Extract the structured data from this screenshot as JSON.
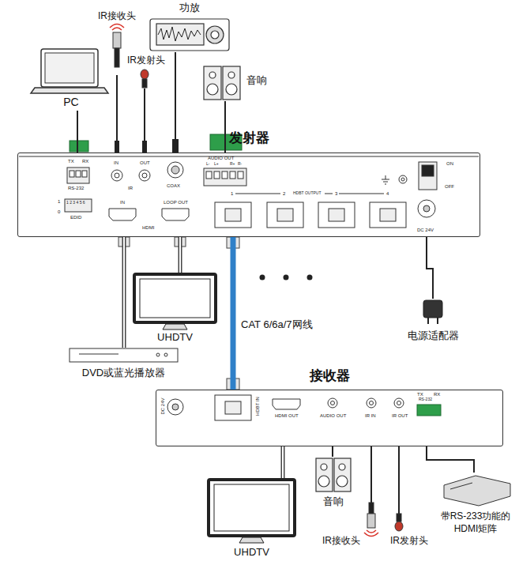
{
  "diagram": {
    "nodes": [
      {
        "text": [
          "发射器"
        ]
      },
      {
        "text": [
          "PC"
        ]
      },
      {
        "text": [
          "IR接收头"
        ]
      },
      {
        "text": [
          "IR发射头"
        ]
      },
      {
        "text": [
          "功放"
        ]
      },
      {
        "text": [
          "音响"
        ]
      },
      {
        "text": [
          "UHDTV"
        ]
      },
      {
        "text": [
          "DVD或蓝光播放器"
        ]
      },
      {
        "text": [
          "电源适配器"
        ]
      },
      {
        "text": [
          "接收器"
        ]
      },
      {
        "text": [
          "音响"
        ]
      },
      {
        "text": [
          "UHDTV"
        ]
      },
      {
        "text": [
          "IR接收头"
        ]
      },
      {
        "text": [
          "IR发射头"
        ]
      },
      {
        "text": [
          "带RS-233功能的 HDMI矩阵"
        ]
      }
    ],
    "edges": [
      {
        "from": 1,
        "to": 0,
        "arrow": "none"
      },
      {
        "from": 2,
        "to": 0,
        "arrow": "none"
      },
      {
        "from": 3,
        "to": 0,
        "arrow": "none"
      },
      {
        "from": 4,
        "to": 0,
        "arrow": "none"
      },
      {
        "from": 5,
        "to": 0,
        "arrow": "none"
      },
      {
        "from": 7,
        "to": 0,
        "arrow": "none"
      },
      {
        "from": 0,
        "to": 6,
        "arrow": "none"
      },
      {
        "from": 0,
        "to": 9,
        "label": "CAT 6/6a/7网线",
        "arrow": "none"
      },
      {
        "from": 0,
        "to": 8,
        "arrow": "none"
      },
      {
        "from": 9,
        "to": 10,
        "arrow": "none"
      },
      {
        "from": 9,
        "to": 11,
        "arrow": "none"
      },
      {
        "from": 9,
        "to": 12,
        "arrow": "none"
      },
      {
        "from": 9,
        "to": 13,
        "arrow": "none"
      },
      {
        "from": 9,
        "to": 14,
        "arrow": "none"
      }
    ],
    "labels": [
      "TX",
      "RX",
      "RS-232",
      "IN",
      "OUT",
      "IR",
      "COAX",
      "AUDIO OUT",
      "L-",
      "L+",
      "R+",
      "R-",
      "ON",
      "OFF",
      "1",
      "0",
      "1 2 3 4 5 6",
      "EDID",
      "IN",
      "LOOP OUT",
      "HDMI",
      "1",
      "2",
      "HDBT OUTPUT",
      "3",
      "4",
      "DC 24V",
      "DC 24V",
      "HDBT IN",
      "HDMI OUT",
      "AUDIO OUT",
      "IR IN",
      "IR OUT",
      "TX",
      "RX",
      "RS-232"
    ]
  }
}
